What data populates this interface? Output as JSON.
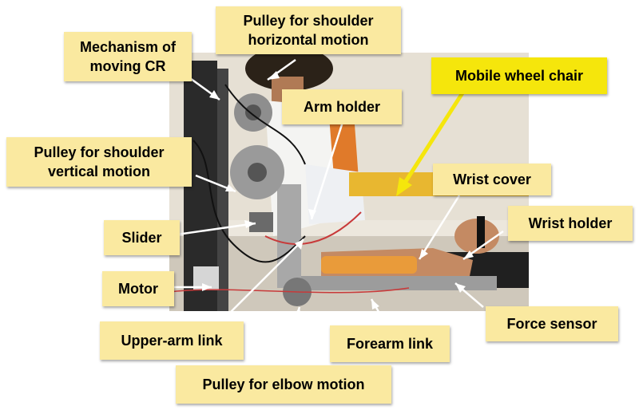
{
  "labels": {
    "pulley_shoulder_horizontal": "Pulley for shoulder\nhorizontal motion",
    "mechanism_moving_cr": "Mechanism of\nmoving CR",
    "mobile_wheel_chair": "Mobile wheel chair",
    "arm_holder": "Arm holder",
    "pulley_shoulder_vertical": "Pulley for shoulder\nvertical motion",
    "wrist_cover": "Wrist cover",
    "wrist_holder": "Wrist holder",
    "slider": "Slider",
    "motor": "Motor",
    "force_sensor": "Force sensor",
    "upper_arm_link": "Upper-arm link",
    "forearm_link": "Forearm link",
    "pulley_elbow": "Pulley for elbow motion"
  },
  "colors": {
    "label_fill": "#fae9a0",
    "highlight_fill": "#f5e60c",
    "leader_line": "#ffffff",
    "highlight_arrow": "#f5e60c"
  }
}
